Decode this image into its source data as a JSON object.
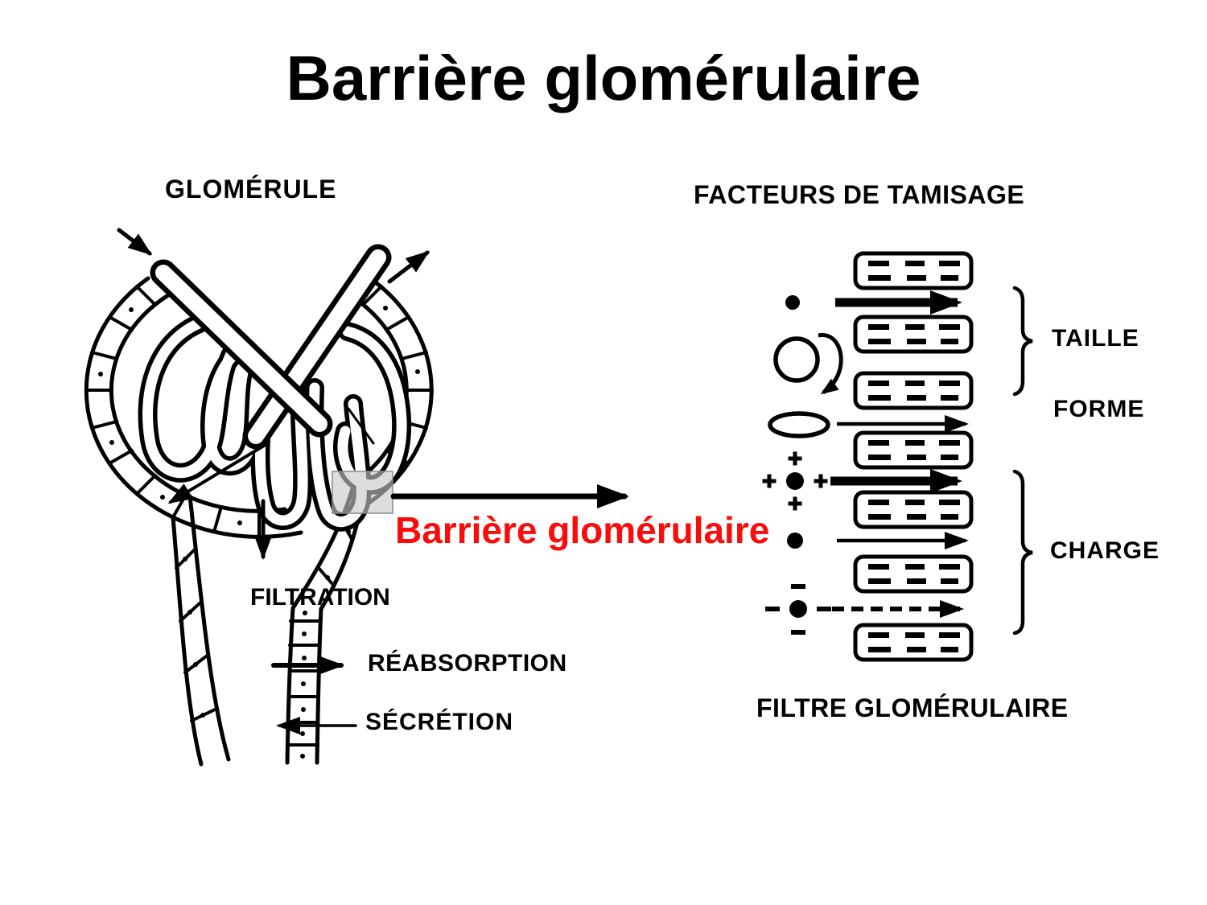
{
  "slide": {
    "title": "Barrière glomérulaire",
    "background": "#FFFFFF"
  },
  "colors": {
    "ink": "#000000",
    "barrier_red": "#FB0B0B",
    "highlight_gray": "#D9D9D9"
  },
  "glomerulus_panel": {
    "heading": "GLOMÉRULE",
    "barrier_callout": "Barrière glomérulaire",
    "process_labels": {
      "filtration": "FILTRATION",
      "reabsorption": "RÉABSORPTION",
      "secretion": "SÉCRÉTION"
    }
  },
  "sieving_panel": {
    "heading": "FACTEURS DE TAMISAGE",
    "footer": "FILTRE GLOMÉRULAIRE",
    "factors": [
      {
        "label": "TAILLE"
      },
      {
        "label": "FORME"
      },
      {
        "label": "CHARGE"
      }
    ],
    "rows": [
      {
        "icon": "small-solid-particle-icon",
        "arrow": "thick-solid-right"
      },
      {
        "icon": "large-open-circle-icon",
        "arrow": "curved-deflected"
      },
      {
        "icon": "ellipse-particle-icon",
        "arrow": "thin-solid-right"
      },
      {
        "icon": "positive-charged-particle-icon",
        "charge_symbol": "+",
        "arrow": "thick-solid-right"
      },
      {
        "icon": "neutral-particle-icon",
        "arrow": "thin-solid-right"
      },
      {
        "icon": "negative-charged-particle-icon",
        "charge_symbol": "−",
        "arrow": "dashed-right"
      }
    ]
  }
}
